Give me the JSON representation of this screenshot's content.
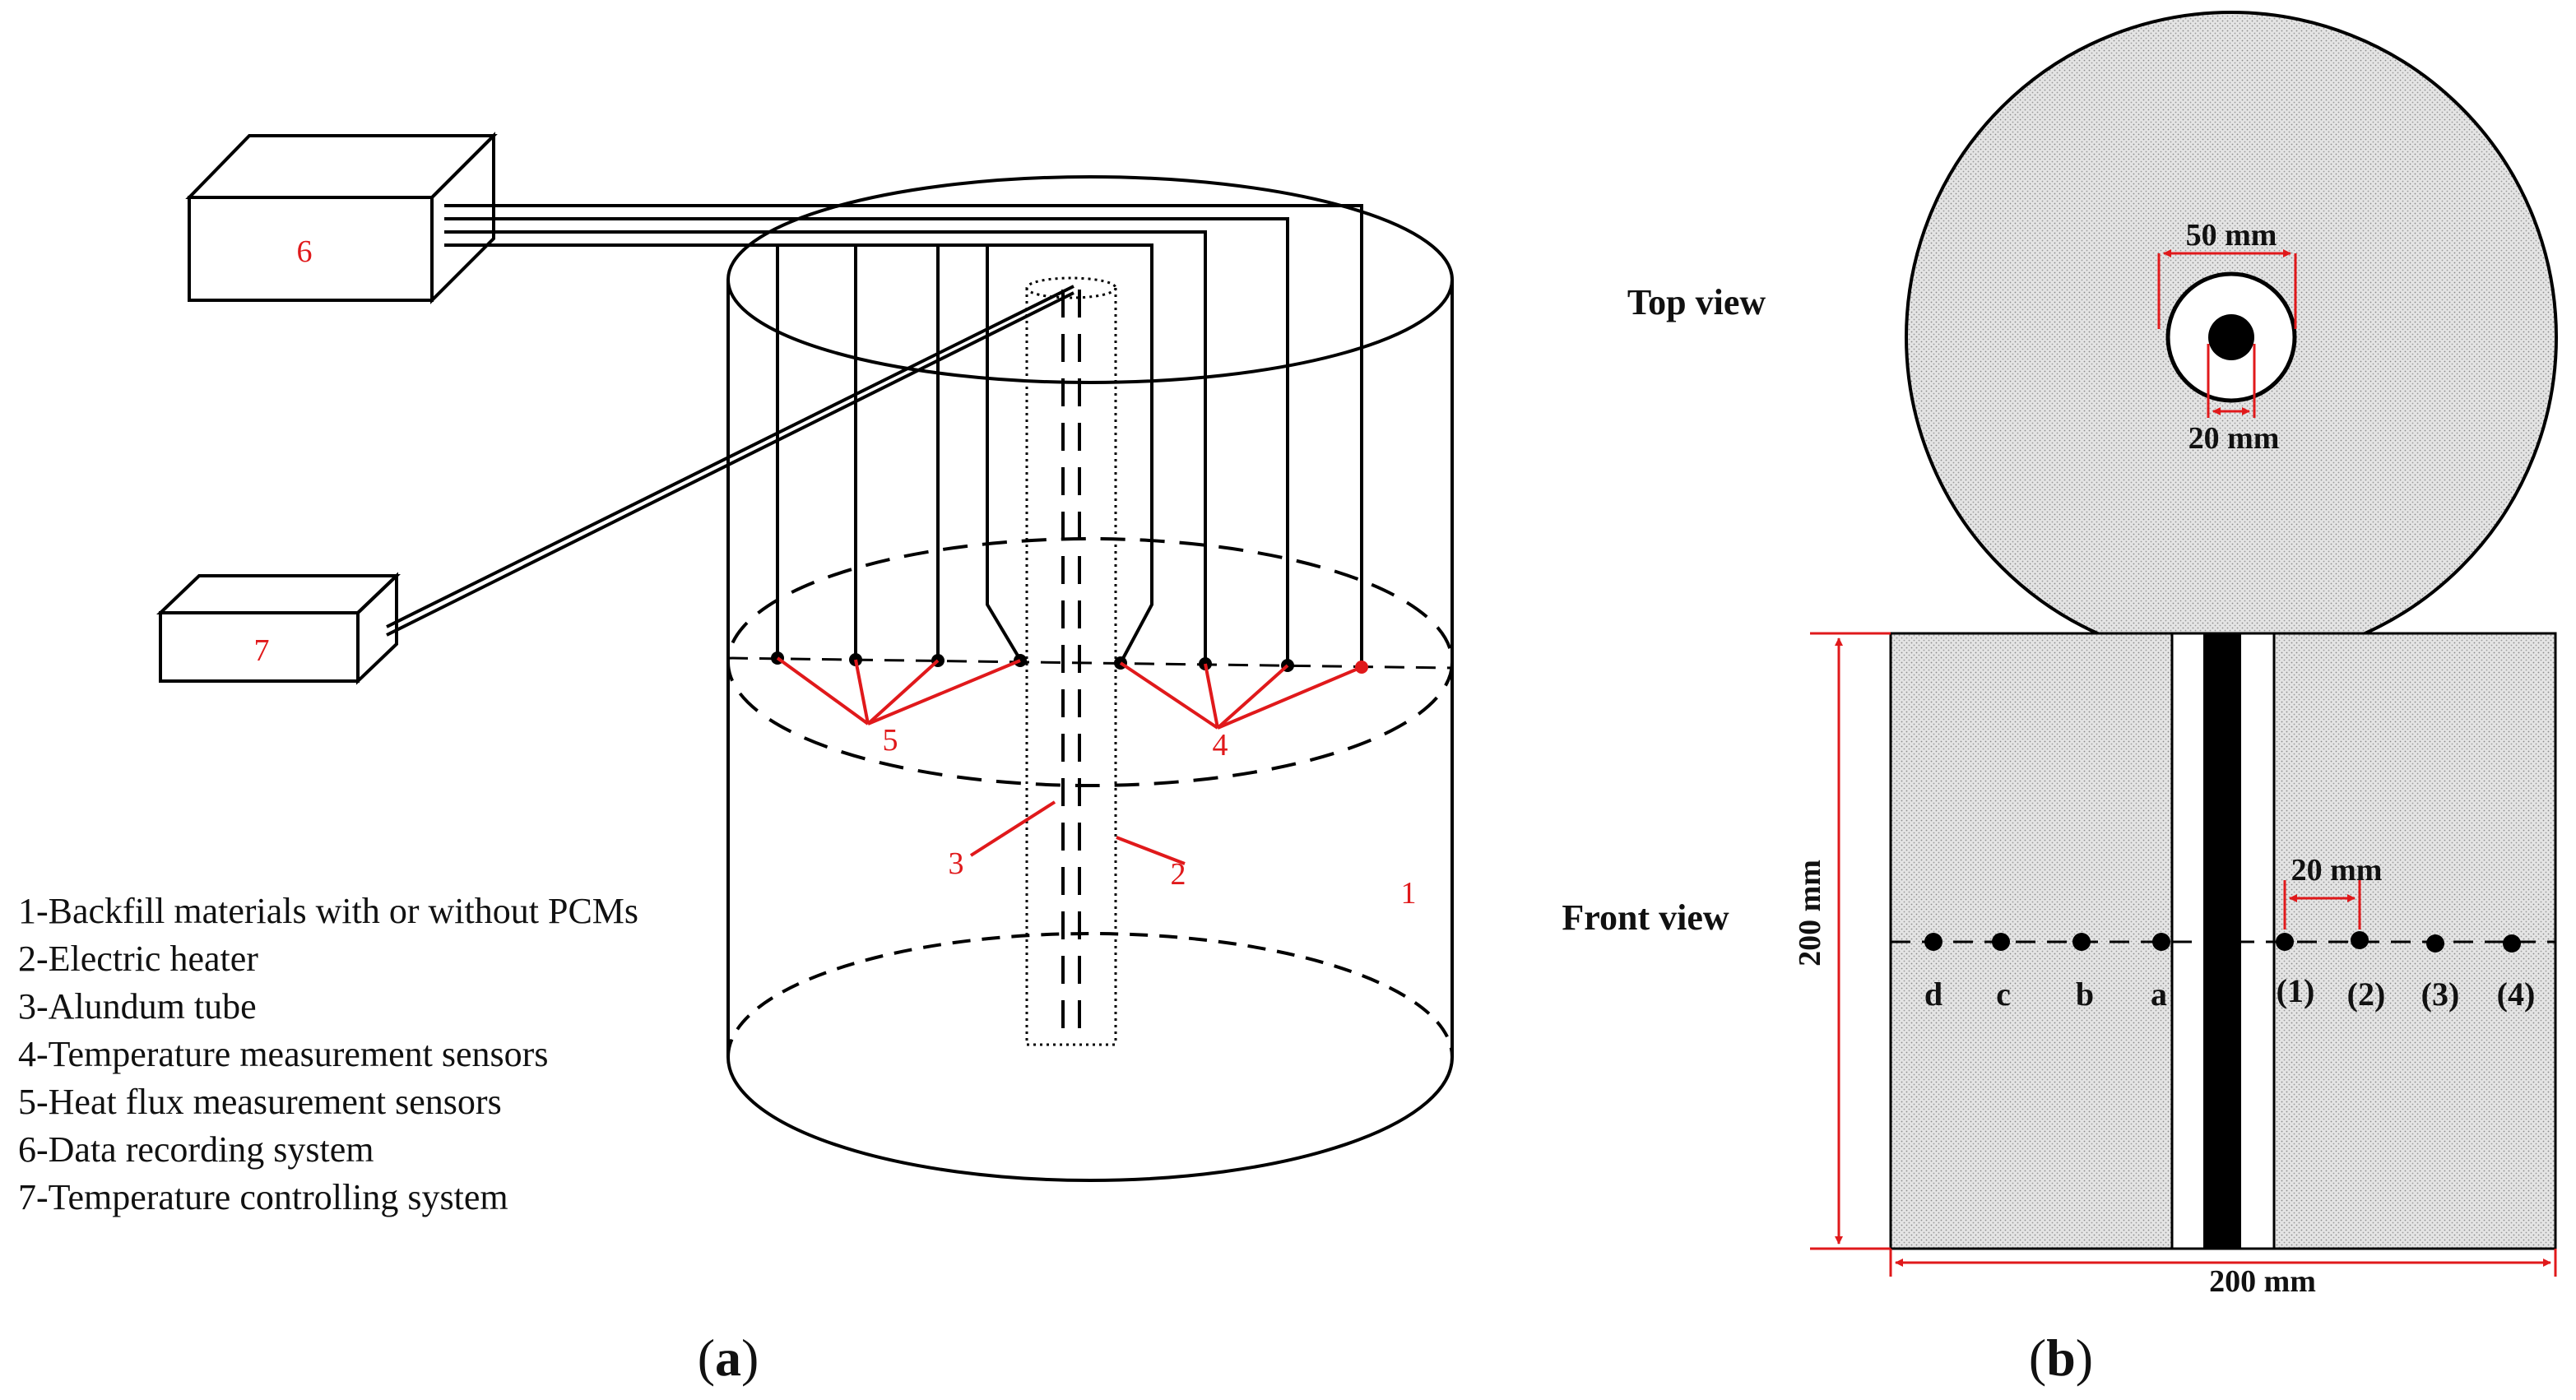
{
  "panel_a": {
    "label_open": "(",
    "label_letter": "a",
    "label_close": ")",
    "box_labels": {
      "data_recorder": "6",
      "temp_controller": "7"
    },
    "callouts": {
      "backfill": "1",
      "heater": "2",
      "tube": "3",
      "temp_sensors": "4",
      "flux_sensors": "5"
    },
    "legend": [
      "1-Backfill materials with or without PCMs",
      "2-Electric heater",
      "3-Alundum tube",
      "4-Temperature measurement sensors",
      "5-Heat flux measurement sensors",
      "6-Data recording system",
      "7-Temperature controlling system"
    ],
    "colors": {
      "callout": "#e0191b",
      "line": "#000000"
    }
  },
  "panel_b": {
    "label_open": "(",
    "label_letter": "b",
    "label_close": ")",
    "top_view_title": "Top view",
    "front_view_title": "Front view",
    "top_dims": {
      "outer": "50 mm",
      "inner": "20 mm"
    },
    "front_dims": {
      "height": "200 mm",
      "width": "200 mm",
      "spacing": "20 mm"
    },
    "left_points": [
      "d",
      "c",
      "b",
      "a"
    ],
    "right_points": [
      "(1)",
      "(2)",
      "(3)",
      "(4)"
    ],
    "colors": {
      "fill": "#d9d9d9",
      "dimension": "#e0191b"
    }
  }
}
